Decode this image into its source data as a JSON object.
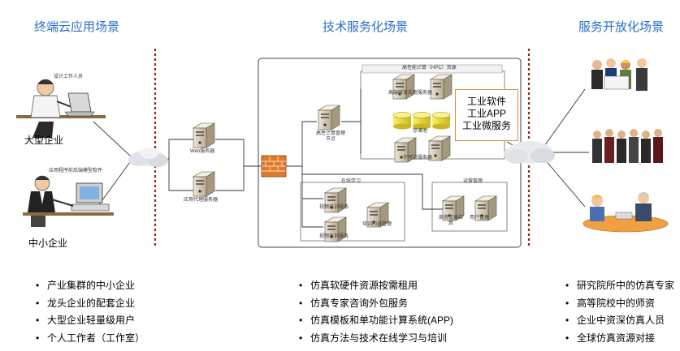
{
  "headings": {
    "left": "终端云应用场景",
    "center": "技术服务化场景",
    "right": "服务开放化场景"
  },
  "left_scene": {
    "large_enterprise": "大型企业",
    "sme": "中小企业",
    "tiny_caption_top": "设计工作人员",
    "tiny_caption_app": "应用程序前后端模型软件"
  },
  "middle": {
    "gateway_server": "Web服务器",
    "proxy_server": "应用代理服务器",
    "hpc_title": "高性能计算（HPC）资源",
    "compute_manager": "高性计算管理节点",
    "dev_server": "高端研发应用服务器",
    "storage": "存储池",
    "license_server": "许可证服务器",
    "learning_area": "在线学习",
    "video_service_1": "视频培训服务",
    "video_service_2": "视频培训服务",
    "content_manager": "培训内容管理",
    "ops_area": "运营管理",
    "trade_platform": "商务交易结算",
    "user_management": "用户管理"
  },
  "callout": {
    "line1": "工业软件",
    "line2": "工业APP",
    "line3": "工业微服务"
  },
  "bullets": {
    "left": [
      "产业集群的中小企业",
      "龙头企业的配套企业",
      "大型企业轻量级用户",
      "个人工作者（工作室）"
    ],
    "center": [
      "仿真软硬件资源按需租用",
      "仿真专家咨询外包服务",
      "仿真模板和单功能计算系统(APP)",
      "仿真方法与技术在线学习与培训"
    ],
    "right": [
      "研究院所中的仿真专家",
      "高等院校中的师资",
      "企业中资深仿真人员",
      "全球仿真资源对接"
    ]
  },
  "colors": {
    "heading": "#2a6fc9",
    "divider": "#8b2a1a",
    "callout_border": "#e08a3c",
    "firewall": "#e07a2a",
    "storage": "#f2e23a"
  }
}
